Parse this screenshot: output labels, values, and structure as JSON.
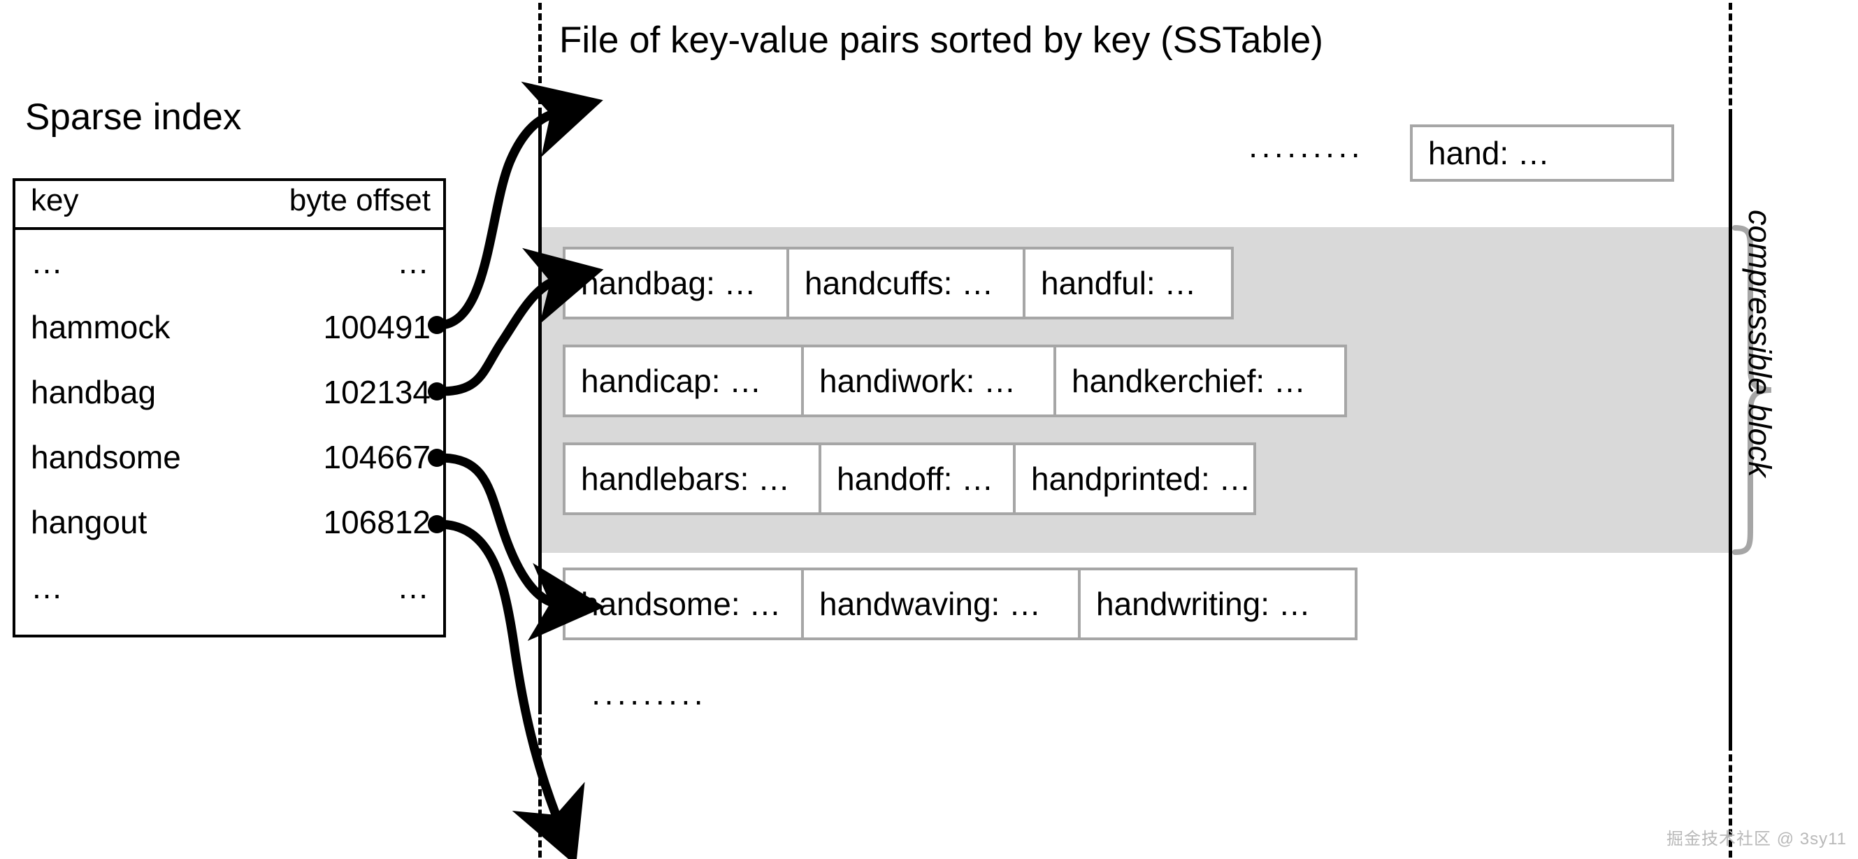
{
  "sstable": {
    "title": "File of key-value pairs sorted by key (SSTable)",
    "top_ellipsis": "·········",
    "bottom_ellipsis": "·········",
    "top_cell": "hand: …",
    "rows": [
      {
        "cells": [
          "handbag: …",
          "handcuffs: …",
          "handful: …"
        ]
      },
      {
        "cells": [
          "handicap: …",
          "handiwork: …",
          "handkerchief: …"
        ]
      },
      {
        "cells": [
          "handlebars: …",
          "handoff: …",
          "handprinted: …"
        ]
      },
      {
        "cells": [
          "handsome: …",
          "handwaving: …",
          "handwriting: …"
        ]
      }
    ],
    "block_label": "compressible block"
  },
  "sparse_index": {
    "title": "Sparse index",
    "columns": [
      "key",
      "byte offset"
    ],
    "rows": [
      {
        "key": "…",
        "offset": "…",
        "anchored": false
      },
      {
        "key": "hammock",
        "offset": "100491",
        "anchored": true
      },
      {
        "key": "handbag",
        "offset": "102134",
        "anchored": true
      },
      {
        "key": "handsome",
        "offset": "104667",
        "anchored": true
      },
      {
        "key": "hangout",
        "offset": "106812",
        "anchored": true
      },
      {
        "key": "…",
        "offset": "…",
        "anchored": false
      }
    ]
  },
  "watermark": "掘金技术社区 @ 3sy11",
  "colors": {
    "block_fill": "#d9d9d9",
    "cell_border": "#a6a6a6",
    "line": "#000000",
    "brace": "#a6a6a6",
    "watermark": "#b8b8b8"
  }
}
